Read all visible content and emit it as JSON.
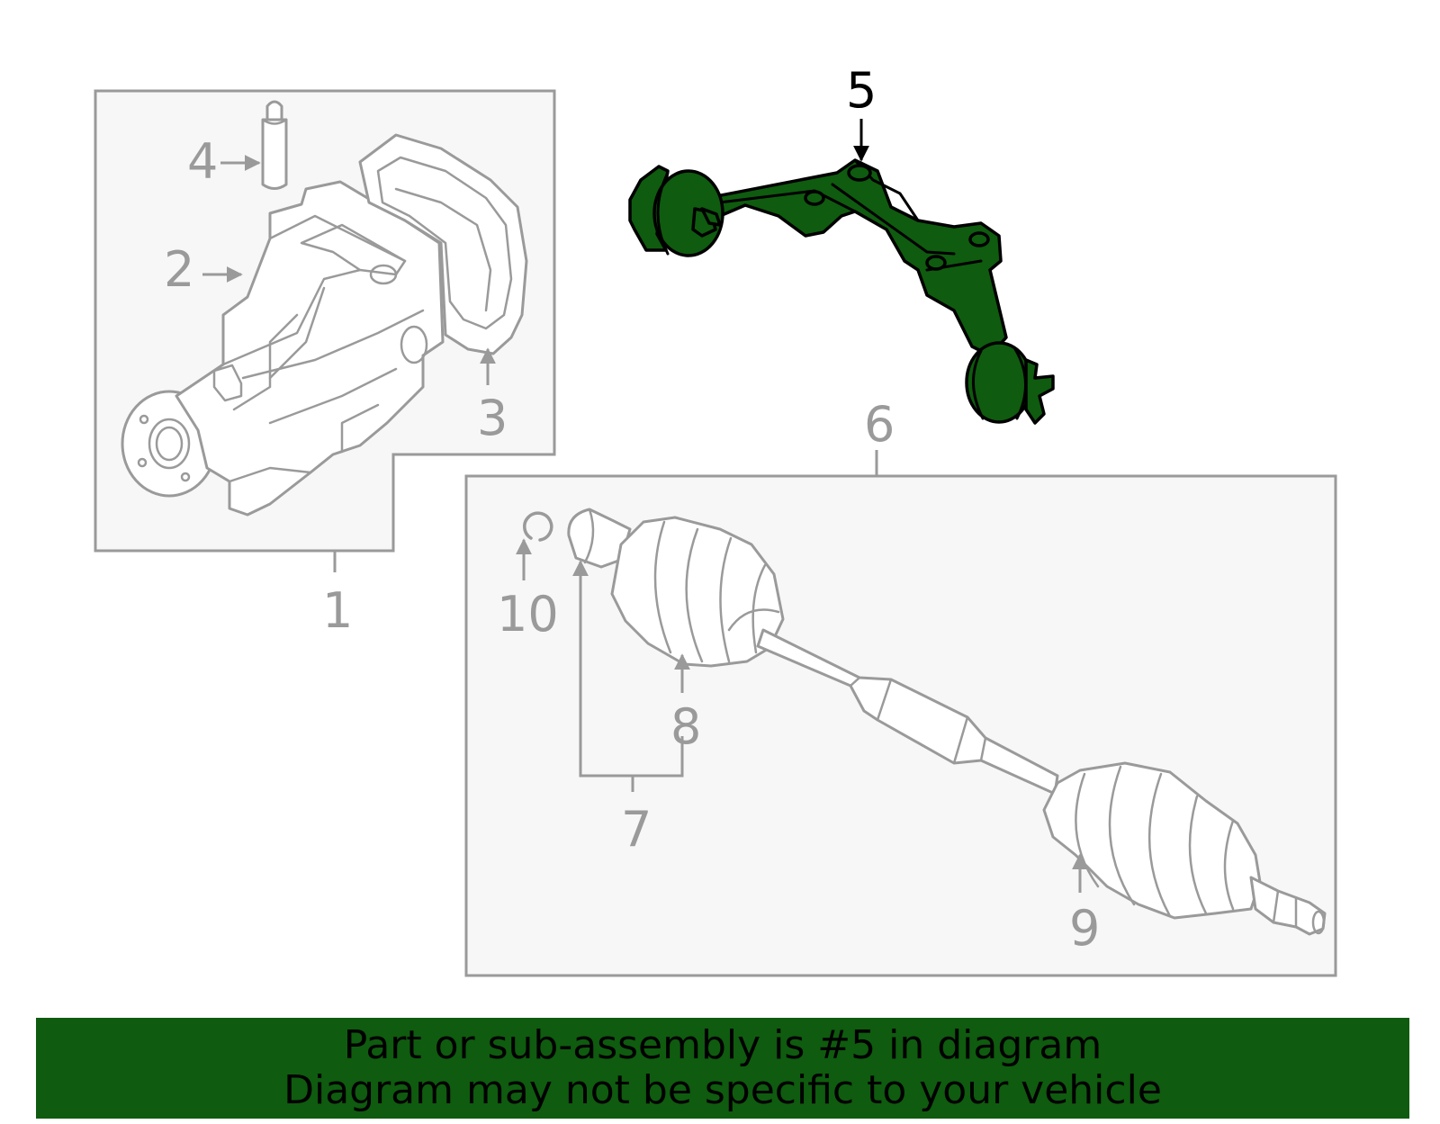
{
  "callouts": {
    "c1": "1",
    "c2": "2",
    "c3": "3",
    "c4": "4",
    "c5": "5",
    "c6": "6",
    "c7": "7",
    "c8": "8",
    "c9": "9",
    "c10": "10"
  },
  "highlighted_part": "5",
  "colors": {
    "highlight_fill": "#0f5b0f",
    "line_gray": "#9a9a9a",
    "box_fill": "#f7f7f7",
    "banner_bg": "#0f5b0f"
  },
  "banner": {
    "line1": "Part or sub-assembly is #5 in diagram",
    "line2": "Diagram may not be specific to your vehicle"
  }
}
